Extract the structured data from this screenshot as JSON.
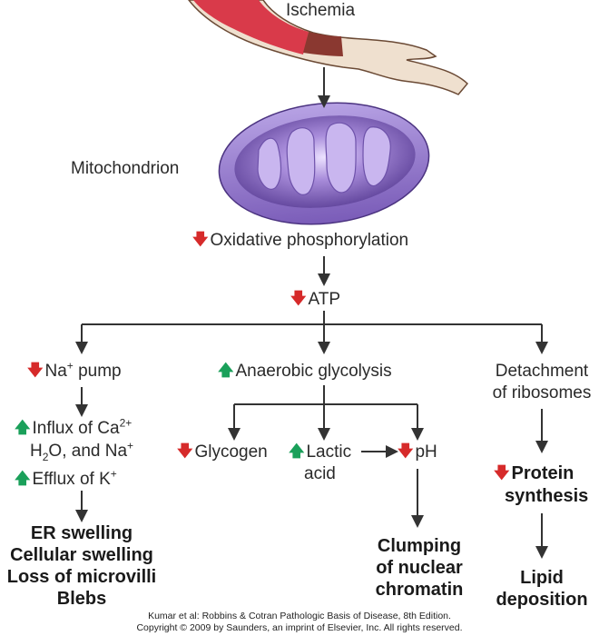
{
  "title": "Ischemia",
  "organelle": "Mitochondrion",
  "oxphos": "Oxidative phosphorylation",
  "atp": "ATP",
  "left": {
    "na_pump_a": "Na",
    "na_pump_b": "pump",
    "influx_a": "Influx of Ca",
    "influx_b": "H",
    "influx_c": "O, and Na",
    "efflux": "Efflux of K",
    "outcomes": [
      "ER swelling",
      "Cellular swelling",
      "Loss of microvilli",
      "Blebs"
    ]
  },
  "middle": {
    "glycolysis": "Anaerobic glycolysis",
    "glycogen": "Glycogen",
    "lactic_1": "Lactic",
    "lactic_2": "acid",
    "ph": "pH",
    "outcome": [
      "Clumping",
      "of nuclear",
      "chromatin"
    ]
  },
  "right": {
    "detach_1": "Detachment",
    "detach_2": "of ribosomes",
    "protein_1": "Protein",
    "protein_2": "synthesis",
    "lipid_1": "Lipid",
    "lipid_2": "deposition"
  },
  "symbols": {
    "plus": "+",
    "two_plus": "2+",
    "two": "2",
    "up": "up-arrow-icon",
    "down": "down-arrow-icon"
  },
  "credit": [
    "Kumar et al: Robbins & Cotran Pathologic Basis of Disease, 8th Edition.",
    "Copyright © 2009 by Saunders, an imprint of Elsevier, Inc. All rights reserved."
  ],
  "colors": {
    "increase": "#1aa05a",
    "decrease": "#d62a2a",
    "vessel": "#d93a4a",
    "mitochondrion": "#8a6fc0"
  }
}
